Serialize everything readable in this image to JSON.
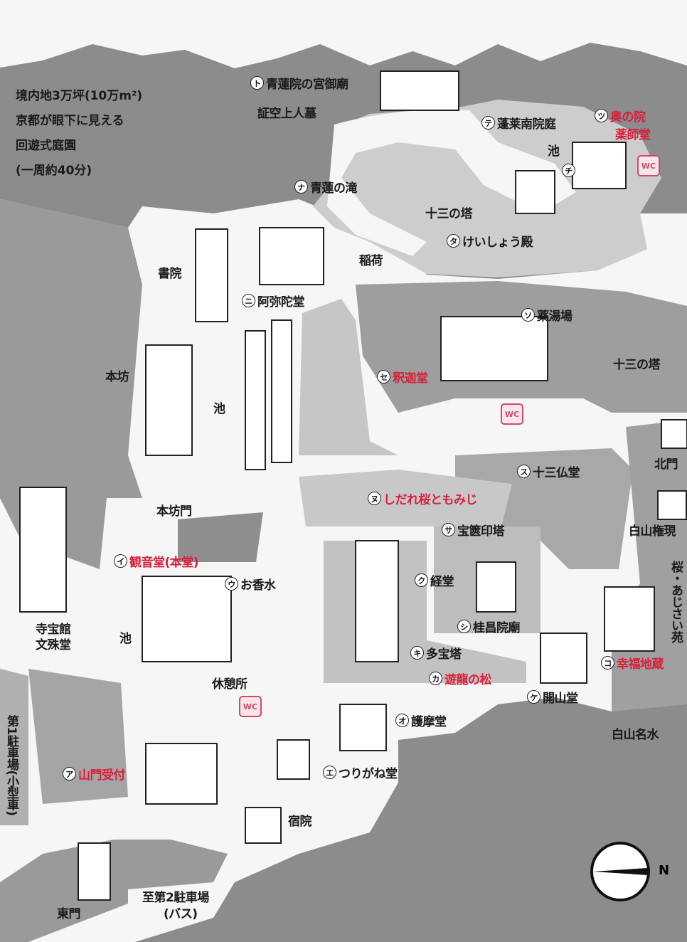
{
  "map_info": {
    "lines": [
      "境内地3万坪(10万m²)",
      "京都が眼下に見える",
      "回遊式庭園",
      "(一周約40分)"
    ]
  },
  "labels": [
    {
      "marker": "ト",
      "text": "青蓮院の宮御廟",
      "red": false
    },
    {
      "marker": "",
      "text": "証空上人墓",
      "red": false
    },
    {
      "marker": "テ",
      "text": "蓬莱南院庭",
      "red": false
    },
    {
      "marker": "ツ",
      "text": "奥の院",
      "red": true
    },
    {
      "marker": "",
      "text": "薬師堂",
      "red": true
    },
    {
      "marker": "",
      "text": "池",
      "red": false
    },
    {
      "marker": "チ",
      "text": "",
      "red": false
    },
    {
      "marker": "ナ",
      "text": "青蓮の滝",
      "red": false
    },
    {
      "marker": "",
      "text": "十三の塔",
      "red": false
    },
    {
      "marker": "タ",
      "text": "けいしょう殿",
      "red": false
    },
    {
      "marker": "",
      "text": "稲荷",
      "red": false
    },
    {
      "marker": "",
      "text": "書院",
      "red": false
    },
    {
      "marker": "ニ",
      "text": "阿弥陀堂",
      "red": false
    },
    {
      "marker": "ソ",
      "text": "薬湯場",
      "red": false
    },
    {
      "marker": "セ",
      "text": "釈迦堂",
      "red": true
    },
    {
      "marker": "",
      "text": "十三の塔",
      "red": false
    },
    {
      "marker": "",
      "text": "本坊",
      "red": false
    },
    {
      "marker": "",
      "text": "池",
      "red": false
    },
    {
      "marker": "",
      "text": "北門",
      "red": false
    },
    {
      "marker": "ス",
      "text": "十三仏堂",
      "red": false
    },
    {
      "marker": "ヌ",
      "text": "しだれ桜ともみじ",
      "red": true
    },
    {
      "marker": "",
      "text": "本坊門",
      "red": false
    },
    {
      "marker": "",
      "text": "白山権現",
      "red": false
    },
    {
      "marker": "サ",
      "text": "宝篋印塔",
      "red": false
    },
    {
      "marker": "イ",
      "text": "観音堂(本堂)",
      "red": true
    },
    {
      "marker": "ウ",
      "text": "お香水",
      "red": false
    },
    {
      "marker": "ク",
      "text": "経堂",
      "red": false
    },
    {
      "marker": "",
      "text": "寺宝館",
      "red": false
    },
    {
      "marker": "",
      "text": "文殊堂",
      "red": false
    },
    {
      "marker": "",
      "text": "池",
      "red": false
    },
    {
      "marker": "シ",
      "text": "桂昌院廟",
      "red": false
    },
    {
      "marker": "キ",
      "text": "多宝塔",
      "red": false
    },
    {
      "marker": "コ",
      "text": "幸福地蔵",
      "red": true
    },
    {
      "marker": "",
      "text": "休憩所",
      "red": false
    },
    {
      "marker": "カ",
      "text": "遊龍の松",
      "red": true
    },
    {
      "marker": "ケ",
      "text": "開山堂",
      "red": false
    },
    {
      "marker": "オ",
      "text": "護摩堂",
      "red": false
    },
    {
      "marker": "",
      "text": "白山名水",
      "red": false
    },
    {
      "marker": "ア",
      "text": "山門受付",
      "red": true
    },
    {
      "marker": "エ",
      "text": "つりがね堂",
      "red": false
    },
    {
      "marker": "",
      "text": "宿院",
      "red": false
    },
    {
      "marker": "",
      "text": "至第2駐車場",
      "red": false
    },
    {
      "marker": "",
      "text": "(バス)",
      "red": false
    },
    {
      "marker": "",
      "text": "東門",
      "red": false
    }
  ],
  "vertical_labels": [
    "桜・あじさい苑",
    "第1駐車場(小型車)"
  ],
  "wc_label": "WC",
  "compass": {
    "north_label": "N"
  },
  "colors": {
    "red_label": "#d8203a",
    "wc": "#d24a6a",
    "mountain": "#8a8a8a",
    "garden": "#c2c2c2",
    "path": "#f6f6f6"
  }
}
